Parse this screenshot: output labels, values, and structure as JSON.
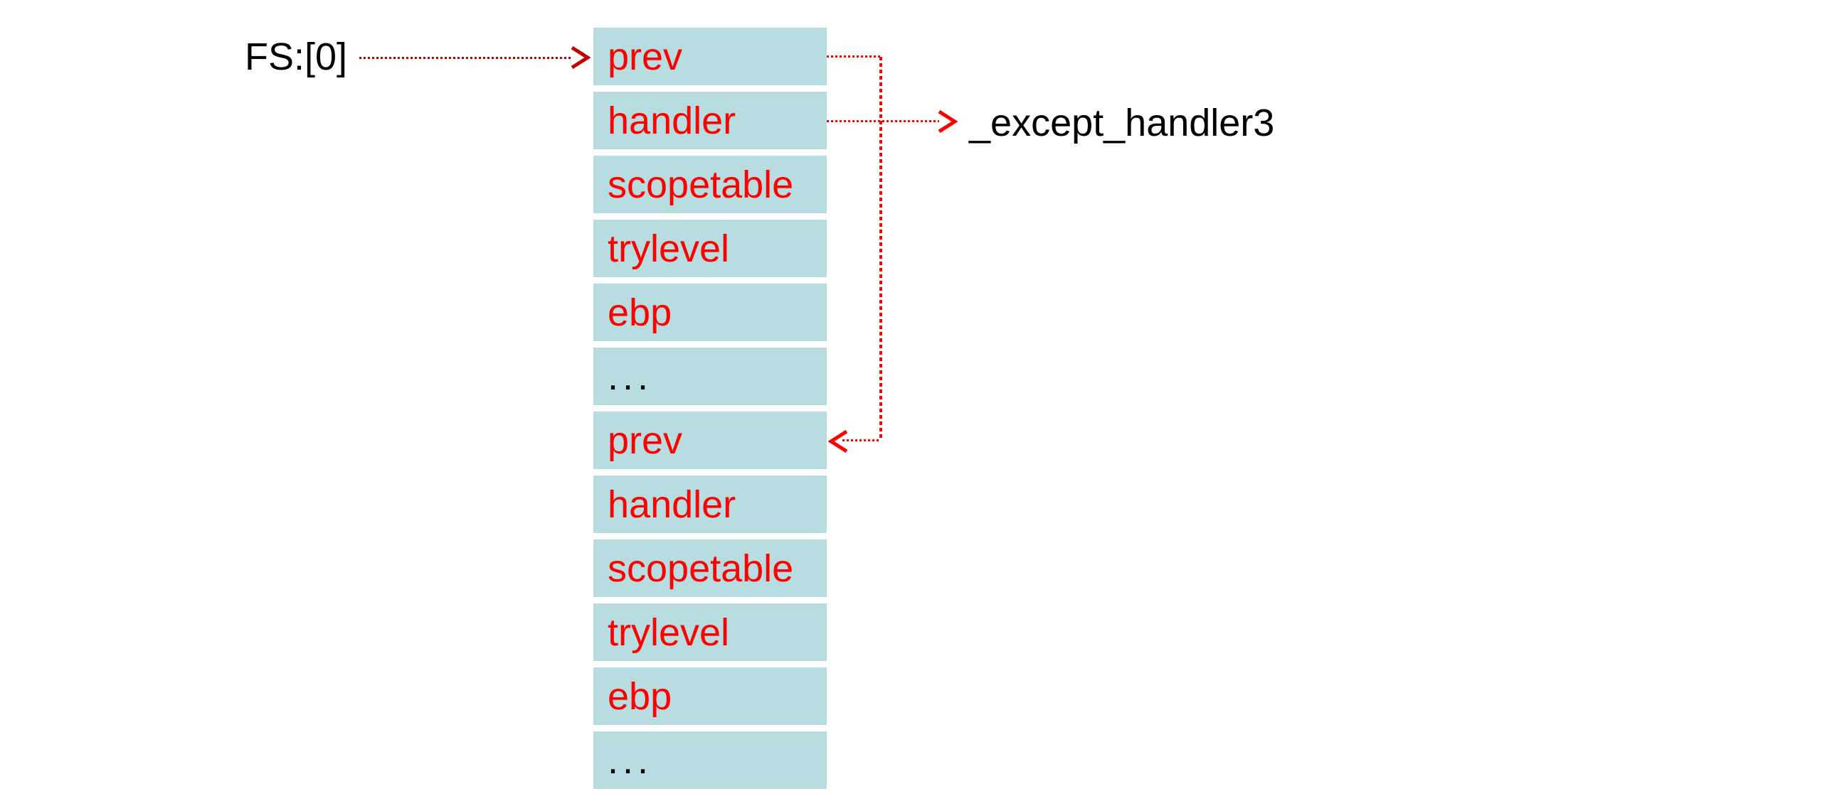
{
  "diagram": {
    "fs_pointer": {
      "label": "FS:[0]"
    },
    "handler_pointer": {
      "label": "_except_handler3"
    },
    "memory_cells": [
      {
        "label": "prev",
        "text_color": "red"
      },
      {
        "label": "handler",
        "text_color": "red"
      },
      {
        "label": "scopetable",
        "text_color": "red"
      },
      {
        "label": "trylevel",
        "text_color": "red"
      },
      {
        "label": "ebp",
        "text_color": "red"
      },
      {
        "label": "...",
        "text_color": "black"
      },
      {
        "label": "prev",
        "text_color": "red"
      },
      {
        "label": "handler",
        "text_color": "red"
      },
      {
        "label": "scopetable",
        "text_color": "red"
      },
      {
        "label": "trylevel",
        "text_color": "red"
      },
      {
        "label": "ebp",
        "text_color": "red"
      },
      {
        "label": "...",
        "text_color": "black"
      }
    ]
  },
  "colors": {
    "background": "#ffffff",
    "cell_fill": "#b7dde0",
    "cell_label": "#ff0000",
    "fs_arrow": "#c00000",
    "link_arrow": "#ff0000",
    "text": "#000000"
  }
}
